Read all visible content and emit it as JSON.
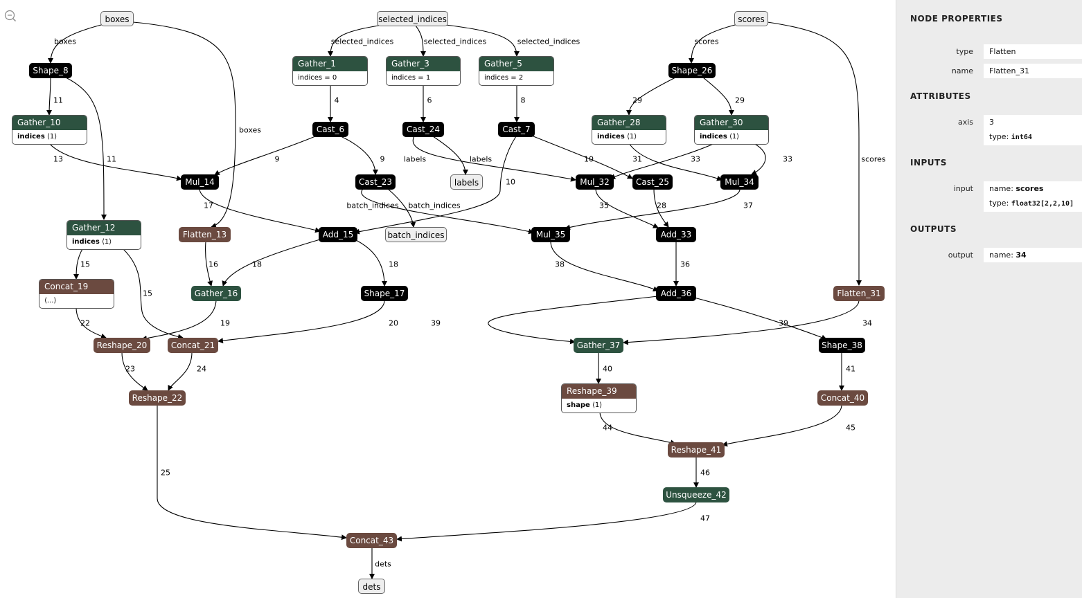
{
  "graph": {
    "nodes": {
      "boxes_in": "boxes",
      "selected_indices_in": "selected_indices",
      "scores_in": "scores",
      "shape_8": "Shape_8",
      "gather_1": {
        "title": "Gather_1",
        "attr": "indices = 0"
      },
      "gather_3": {
        "title": "Gather_3",
        "attr": "indices = 1"
      },
      "gather_5": {
        "title": "Gather_5",
        "attr": "indices = 2"
      },
      "shape_26": "Shape_26",
      "gather_10": {
        "title": "Gather_10",
        "attr_name": "indices",
        "attr_value": "⟨1⟩"
      },
      "cast_6": "Cast_6",
      "cast_24": "Cast_24",
      "cast_7": "Cast_7",
      "gather_28": {
        "title": "Gather_28",
        "attr_name": "indices",
        "attr_value": "⟨1⟩"
      },
      "gather_30": {
        "title": "Gather_30",
        "attr_name": "indices",
        "attr_value": "⟨1⟩"
      },
      "mul_14": "Mul_14",
      "cast_23": "Cast_23",
      "labels_out": "labels",
      "mul_32": "Mul_32",
      "cast_25": "Cast_25",
      "mul_34": "Mul_34",
      "gather_12": {
        "title": "Gather_12",
        "attr_name": "indices",
        "attr_value": "⟨1⟩"
      },
      "flatten_13": "Flatten_13",
      "add_15": "Add_15",
      "batch_indices_out": "batch_indices",
      "mul_35": "Mul_35",
      "add_33": "Add_33",
      "concat_19": {
        "title": "Concat_19",
        "attr": "⟨...⟩"
      },
      "gather_16": "Gather_16",
      "shape_17": "Shape_17",
      "add_36": "Add_36",
      "flatten_31": "Flatten_31",
      "reshape_20": "Reshape_20",
      "concat_21": "Concat_21",
      "gather_37": "Gather_37",
      "shape_38": "Shape_38",
      "reshape_22": "Reshape_22",
      "reshape_39": {
        "title": "Reshape_39",
        "attr_name": "shape",
        "attr_value": "⟨1⟩"
      },
      "concat_40": "Concat_40",
      "reshape_41": "Reshape_41",
      "unsqueeze_42": "Unsqueeze_42",
      "concat_43": "Concat_43",
      "dets_out": "dets"
    },
    "edge_labels": {
      "e_boxes_a": "boxes",
      "e_boxes_b": "boxes",
      "e_sel_1": "selected_indices",
      "e_sel_3": "selected_indices",
      "e_sel_5": "selected_indices",
      "e_scores_a": "scores",
      "e_scores_b": "scores",
      "e_11a": "11",
      "e_11b": "11",
      "e_4": "4",
      "e_6": "6",
      "e_8": "8",
      "e_29a": "29",
      "e_29b": "29",
      "e_13": "13",
      "e_9a": "9",
      "e_9b": "9",
      "e_labels_a": "labels",
      "e_labels_b": "labels",
      "e_10a": "10",
      "e_10b": "10",
      "e_31": "31",
      "e_33a": "33",
      "e_33b": "33",
      "e_17": "17",
      "e_bi_a": "batch_indices",
      "e_bi_b": "batch_indices",
      "e_35": "35",
      "e_28": "28",
      "e_37": "37",
      "e_15a": "15",
      "e_15b": "15",
      "e_16": "16",
      "e_18a": "18",
      "e_18b": "18",
      "e_38": "38",
      "e_36": "36",
      "e_22": "22",
      "e_19": "19",
      "e_20": "20",
      "e_39a": "39",
      "e_39b": "39",
      "e_34": "34",
      "e_23": "23",
      "e_24": "24",
      "e_40": "40",
      "e_41": "41",
      "e_44": "44",
      "e_45": "45",
      "e_25": "25",
      "e_46": "46",
      "e_47": "47",
      "e_dets": "dets"
    }
  },
  "panel": {
    "title": "NODE PROPERTIES",
    "type_label": "type",
    "type_value": "Flatten",
    "name_label": "name",
    "name_value": "Flatten_31",
    "attributes_header": "ATTRIBUTES",
    "axis_label": "axis",
    "axis_value": "3",
    "axis_type_prefix": "type:",
    "axis_type": "int64",
    "inputs_header": "INPUTS",
    "input_label": "input",
    "input_name_prefix": "name:",
    "input_name": "scores",
    "input_type_prefix": "type:",
    "input_type": "float32[2,2,10]",
    "outputs_header": "OUTPUTS",
    "output_label": "output",
    "output_name_prefix": "name:",
    "output_name": "34"
  },
  "icons": {
    "zoom": "zoom-out-icon"
  },
  "colors": {
    "op_black": "#000000",
    "op_green": "#2d5240",
    "op_brown": "#6b4a40",
    "io_node": "#eeeeee",
    "panel_bg": "#ececec"
  }
}
